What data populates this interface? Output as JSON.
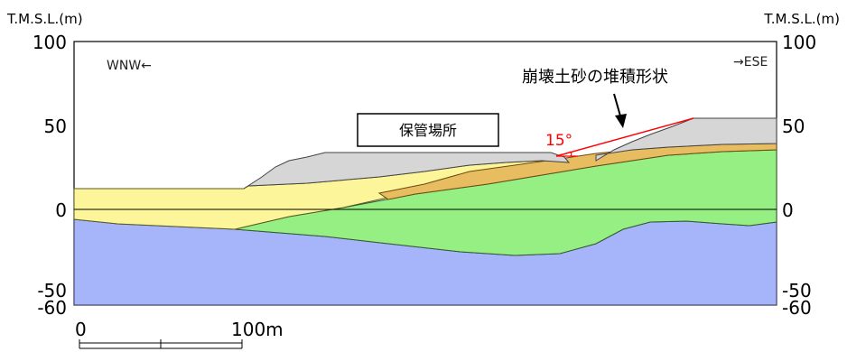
{
  "units": {
    "left": "T.M.S.L.(m)",
    "right": "T.M.S.L.(m)"
  },
  "elevation_ticks": [
    "100",
    "50",
    "0",
    "-50",
    "-60"
  ],
  "directions": {
    "west": "WNW←",
    "east": "→ESE"
  },
  "storage_area_label": "保管場所",
  "deposit_callout": "崩壊土砂の堆積形状",
  "slope_angle": "15°",
  "scale_bar": {
    "start": "0",
    "end": "100m"
  },
  "colors": {
    "gray_fill": "#d6d6d6",
    "yellow_fill": "#fdf59a",
    "orange_fill": "#e8bd62",
    "green_fill": "#95ef82",
    "blue_fill": "#a6b5fa",
    "slope_line": "#ff0000"
  }
}
